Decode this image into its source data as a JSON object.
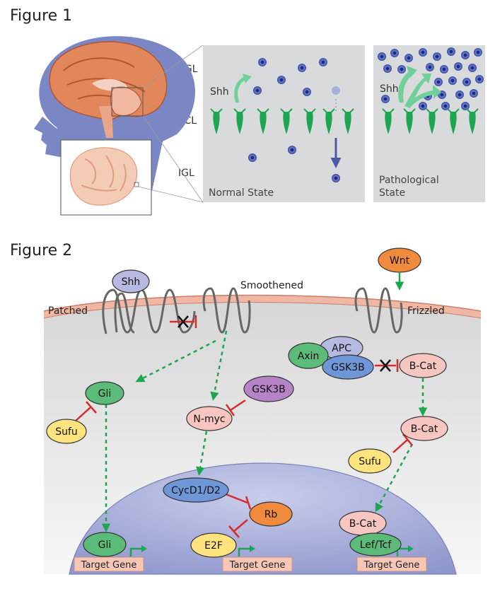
{
  "figure1": {
    "title": "Figure 1",
    "layers": {
      "egl": "EGL",
      "pcl": "PCL",
      "igl": "IGL"
    },
    "shh_normal": "Shh",
    "shh_pathological": "Shh",
    "normal_label": "Normal State",
    "pathological_label_line1": "Pathological",
    "pathological_label_line2": "State"
  },
  "figure2": {
    "title": "Figure 2",
    "receptors": {
      "patched": "Patched",
      "smoothened": "Smoothened",
      "frizzled": "Frizzled"
    },
    "nodes": {
      "shh": "Shh",
      "wnt": "Wnt",
      "apc": "APC",
      "axin": "Axin",
      "gsk3b_complex": "GSK3B",
      "bcat1": "B-Cat",
      "gli_top": "Gli",
      "sufu_left": "Sufu",
      "gsk3b_nmyc": "GSK3B",
      "nmyc": "N-myc",
      "bcat2": "B-Cat",
      "sufu_right": "Sufu",
      "cycd": "CycD1/D2",
      "rb": "Rb",
      "e2f": "E2F",
      "gli_bottom": "Gli",
      "bcat3": "B-Cat",
      "leftcf": "Lef/Tcf"
    },
    "target_gene": "Target Gene"
  },
  "colors": {
    "green_node": "#5dbb7a",
    "purple_node": "#b8b9e0",
    "blue_node": "#6f97d8",
    "orange_node": "#f08a3c",
    "pink_node": "#f7c6c0",
    "yellow_node": "#ffe37e",
    "violet_node": "#b484c6",
    "arrow_green": "#1ca652",
    "inhibit_red": "#d92b2b"
  }
}
